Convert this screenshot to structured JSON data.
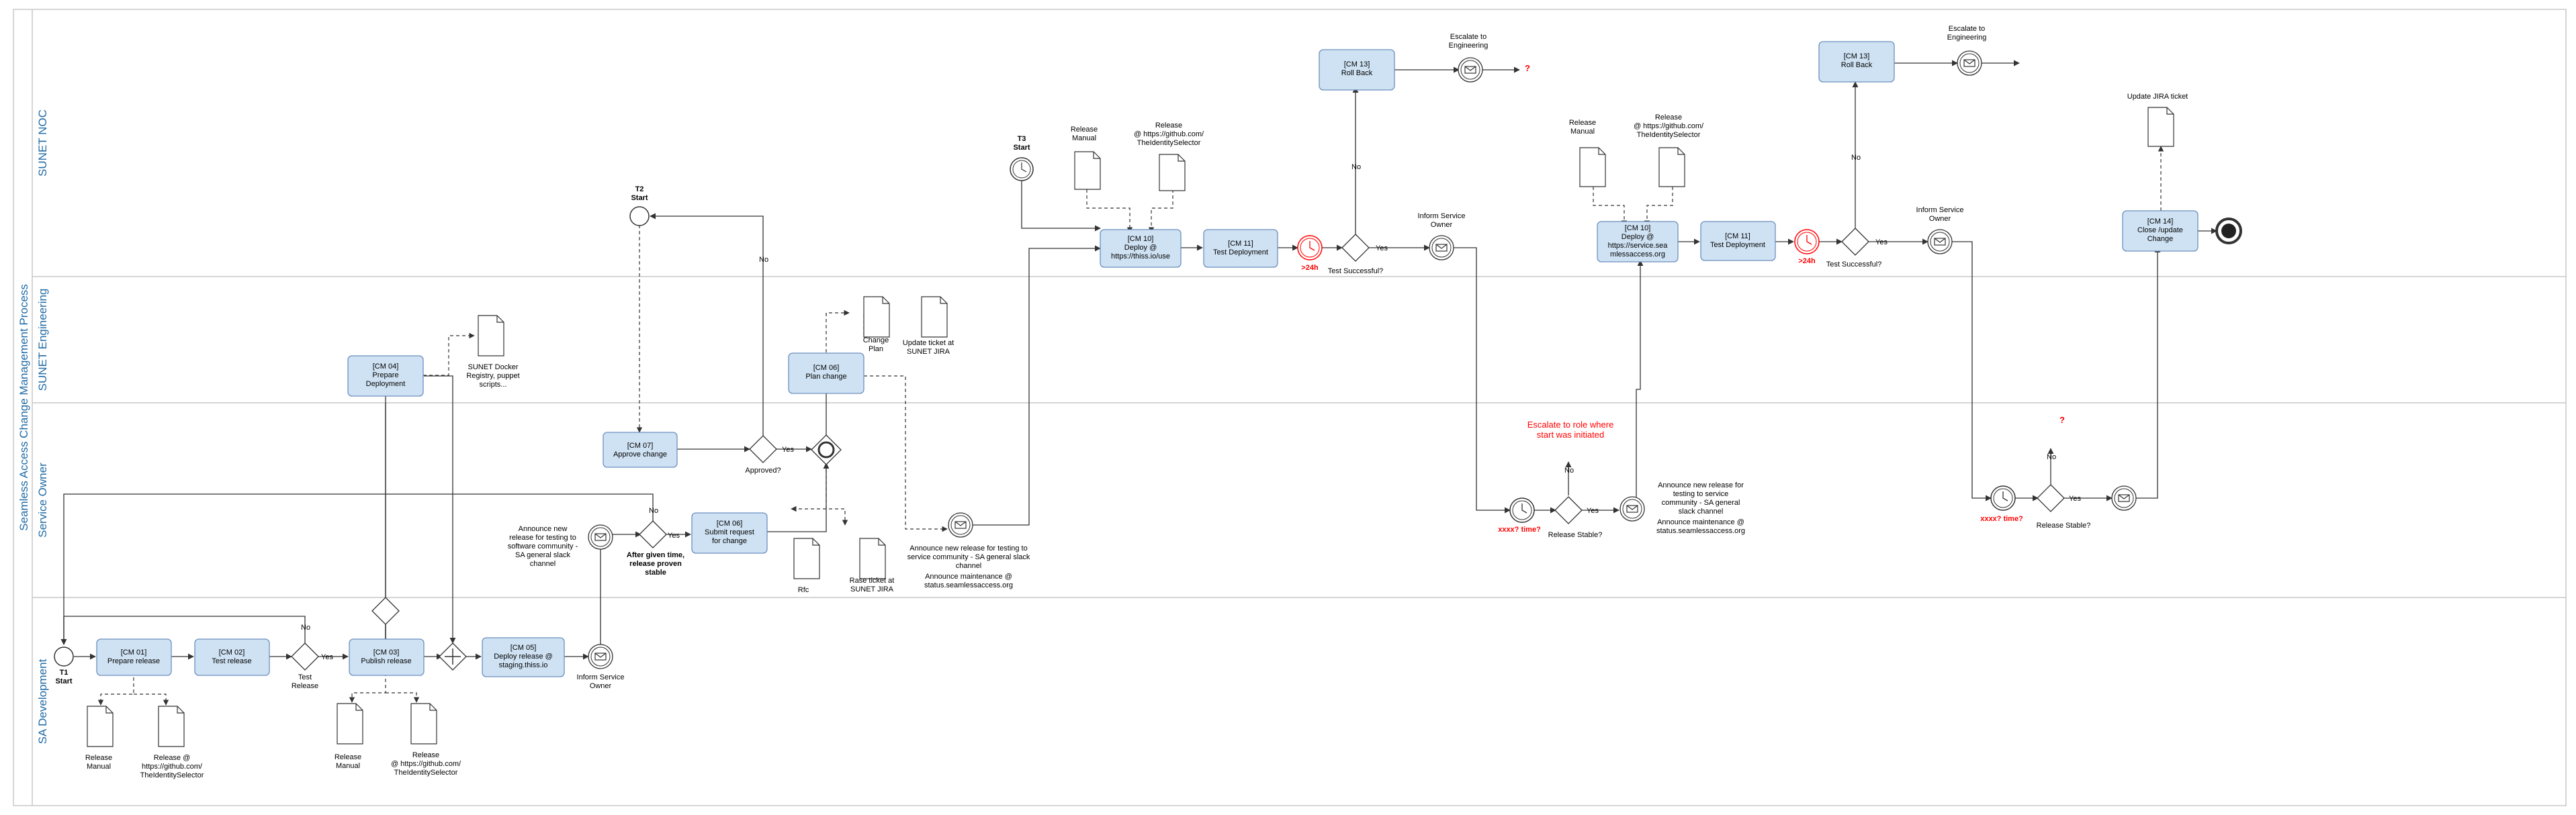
{
  "process_title": "Seamless Access Change Management Process",
  "colors": {
    "lane_label": "#1f6aa5",
    "task_fill": "#cfe2f3",
    "task_stroke": "#6c8ebf",
    "line": "#333333",
    "alert": "#ff0000",
    "lane_border": "#c8c8c8"
  },
  "lanes": {
    "sunet_noc": "SUNET NOC",
    "sunet_engineering": "SUNET Engineering",
    "service_owner": "Service Owner",
    "sa_development": "SA Development"
  },
  "tasks": {
    "cm01": [
      "[CM 01]",
      "Prepare release"
    ],
    "cm02": [
      "[CM 02]",
      "Test release"
    ],
    "cm03": [
      "[CM 03]",
      "Publish release"
    ],
    "cm04": [
      "[CM 04]",
      "Prepare",
      "Deployment"
    ],
    "cm05": [
      "[CM 05]",
      "Deploy release @",
      "staging.thiss.io"
    ],
    "cm06a": [
      "[CM 06]",
      "Submit request",
      "for change"
    ],
    "cm06b": [
      "[CM 06]",
      "Plan change"
    ],
    "cm07": [
      "[CM 07]",
      "Approve change"
    ],
    "cm10a": [
      "[CM 10]",
      "Deploy @",
      "https://thiss.io/use"
    ],
    "cm11a": [
      "[CM 11]",
      "Test Deployment"
    ],
    "cm13a": [
      "[CM 13]",
      "Roll Back"
    ],
    "cm10b": [
      "[CM 10]",
      "Deploy @",
      "https://service.sea",
      "mlessaccess.org"
    ],
    "cm11b": [
      "[CM 11]",
      "Test Deployment"
    ],
    "cm13b": [
      "[CM 13]",
      "Roll Back"
    ],
    "cm14": [
      "[CM 14]",
      "Close /update",
      "Change"
    ]
  },
  "events": {
    "t1": [
      "T1",
      "Start"
    ],
    "t2": [
      "T2",
      "Start"
    ],
    "t3": [
      "T3",
      "Start"
    ]
  },
  "gateways": {
    "test_release": [
      "Test",
      "Release"
    ],
    "approved": "Approved?",
    "after_given_time": [
      "After given time,",
      "release proven",
      "stable"
    ],
    "test_successful_a": "Test Successful?",
    "test_successful_b": "Test Successful?",
    "release_stable_a": "Release Stable?",
    "release_stable_b": "Release Stable?"
  },
  "flow_labels": {
    "yes": "Yes",
    "no": "No",
    "timer_24h": ">24h",
    "timer_xxx": "xxxx? time?",
    "question": "?"
  },
  "annotations": {
    "inform_owner_dev": [
      "Inform Service",
      "Owner"
    ],
    "inform_owner_a": [
      "Inform Service",
      "Owner"
    ],
    "inform_owner_b": [
      "Inform Service",
      "Owner"
    ],
    "escalate_a": [
      "Escalate to",
      "Engineering"
    ],
    "escalate_b": [
      "Escalate to",
      "Engineering"
    ],
    "escalate_red": [
      "Escalate to role where",
      "start was initiated"
    ],
    "update_jira": "Update JIRA ticket",
    "announce_software": [
      "Announce new",
      "release for testing to",
      "software community -",
      "SA general slack",
      "channel"
    ],
    "announce_service_a": [
      "Announce new release for testing to",
      "service community - SA general slack",
      "channel",
      "Announce maintenance @",
      "status.seamlessaccess.org"
    ],
    "announce_service_b": [
      "Announce new release for",
      "testing to service",
      "community - SA general",
      "slack channel",
      "Announce maintenance @",
      "status.seamlessaccess.org"
    ]
  },
  "documents": {
    "rm_dev_1": [
      "Release",
      "Manual"
    ],
    "rel_dev_1": [
      "Release @",
      "https://github.com/",
      "TheIdentitySelector"
    ],
    "rm_dev_2": [
      "Release",
      "Manual"
    ],
    "rel_dev_2": [
      "Release",
      "@ https://github.com/",
      "TheIdentitySelector"
    ],
    "docker": [
      "SUNET Docker",
      "Registry, puppet",
      "scripts..."
    ],
    "change_plan": [
      "Change",
      "Plan"
    ],
    "ticket_jira_eng": [
      "Update ticket at",
      "SUNET JIRA"
    ],
    "rfc": "Rfc",
    "raise_ticket": [
      "Rase ticket at",
      "SUNET JIRA"
    ],
    "rm_noc_a": [
      "Release",
      "Manual"
    ],
    "rel_noc_a": [
      "Release",
      "@ https://github.com/",
      "TheIdentitySelector"
    ],
    "rm_noc_b": [
      "Release",
      "Manual"
    ],
    "rel_noc_b": [
      "Release",
      "@ https://github.com/",
      "TheIdentitySelector"
    ]
  }
}
